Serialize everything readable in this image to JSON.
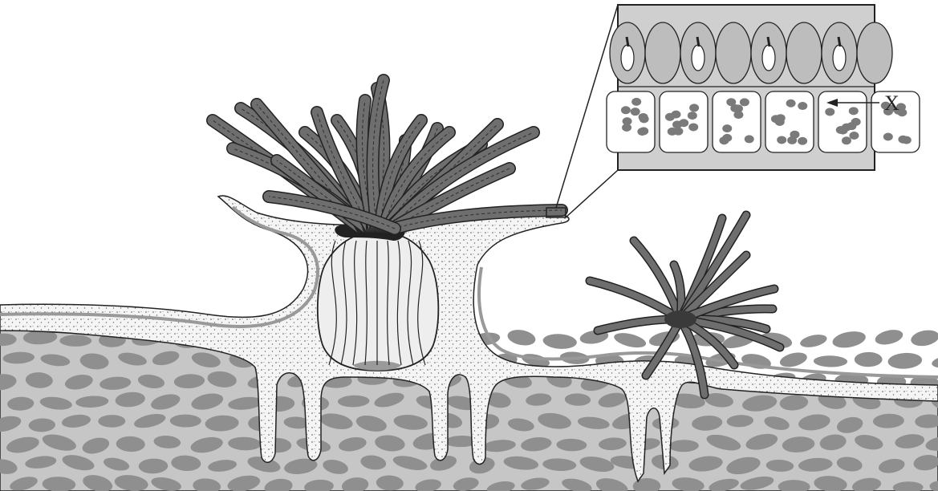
{
  "diagram": {
    "labels": {
      "x": "X"
    },
    "colors": {
      "background": "#ffffff",
      "rock": "#c8c8c8",
      "rock_blob": "#8f8f8f",
      "tissue": "#f4f4f4",
      "tissue_edge": "#9a9a9a",
      "tentacle": "#6e6e6e",
      "tentacle_dark": "#3a3a3a",
      "inset_cells": "#bdbdbd",
      "inset_bg": "#d0d0d0",
      "algae": "#7a7a7a",
      "outline": "#222222"
    },
    "icons": [
      "large-polyp",
      "small-polyp",
      "inset-magnifier",
      "arrow-icon"
    ]
  }
}
